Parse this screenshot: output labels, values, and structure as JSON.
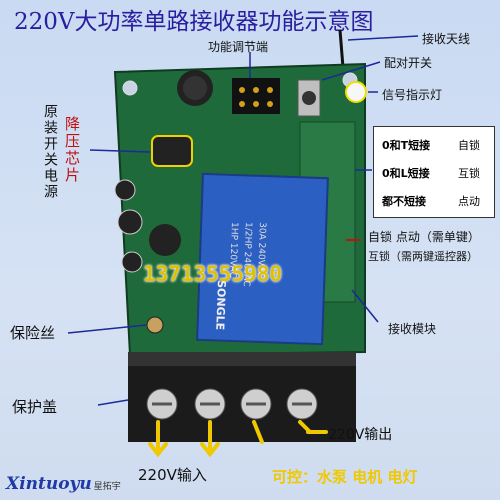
{
  "title": "220V大功率单路接收器功能示意图",
  "labels": {
    "func_adjust": "功能调节端",
    "antenna": "接收天线",
    "pair_switch": "配对开关",
    "signal_led": "信号指示灯",
    "original_power": "原装开关电源",
    "step_down_chip": "降压芯片",
    "mode_self": "自锁",
    "mode_point": "点动（需单键）",
    "mode_inter": "互锁（需两键遥控器）",
    "receiver_module": "接收模块",
    "fuse": "保险丝",
    "cover": "保护盖",
    "out_220": "220V输出",
    "in_220": "220V输入",
    "controllable": "可控：水泵 电机 电灯"
  },
  "jumper_table": [
    {
      "desc": "0和T短接",
      "mode": "自锁"
    },
    {
      "desc": "0和L短接",
      "mode": "互锁"
    },
    {
      "desc": "都不短接",
      "mode": "点动"
    }
  ],
  "phone": "13713555980",
  "relay": {
    "line1": "30A 240VAC",
    "line2": "1/2HP 240VAC",
    "line3": "1HP 120VAC",
    "brand": "SONGLE"
  },
  "logo": {
    "name": "Xintuoyu",
    "cn": "星拓宇"
  },
  "colors": {
    "board": "#1f6a3a",
    "title": "#2a1ea0",
    "accent_red": "#c01010",
    "yellow": "#f0c800"
  }
}
